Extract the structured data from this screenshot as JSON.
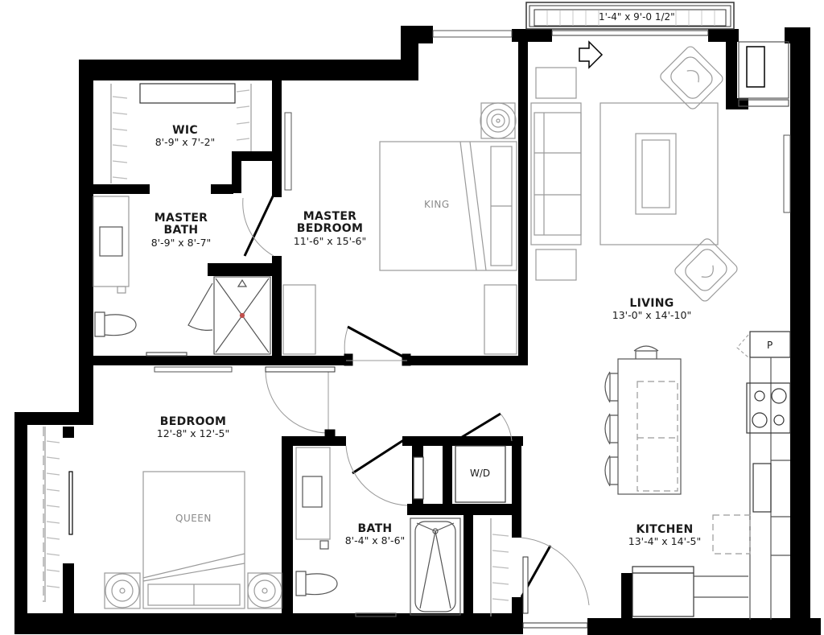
{
  "plan": {
    "title": "Two-bedroom floor plan",
    "colors": {
      "wall": "#000000",
      "furniture": "#9a9a9a",
      "text": "#1a1a1a",
      "bed_text": "#8a8a8a",
      "drain": "#c0504d"
    },
    "balcony": {
      "dims": "1'-4\" x 9'-0 1/2\""
    },
    "rooms": [
      {
        "id": "wic",
        "name": "WIC",
        "dims": "8'-9\" x 7'-2\""
      },
      {
        "id": "master_bath",
        "name": "MASTER\nBATH",
        "name_line1": "MASTER",
        "name_line2": "BATH",
        "dims": "8'-9\" x 8'-7\""
      },
      {
        "id": "master_bedroom",
        "name_line1": "MASTER",
        "name_line2": "BEDROOM",
        "dims": "11'-6\" x 15'-6\""
      },
      {
        "id": "living",
        "name": "LIVING",
        "dims": "13'-0\" x 14'-10\""
      },
      {
        "id": "bedroom",
        "name": "BEDROOM",
        "dims": "12'-8\" x 12'-5\""
      },
      {
        "id": "bath",
        "name": "BATH",
        "dims": "8'-4\" x 8'-6\""
      },
      {
        "id": "kitchen",
        "name": "KITCHEN",
        "dims": "13'-4\" x 14'-5\""
      }
    ],
    "fixtures": {
      "king_bed": "KING",
      "queen_bed": "QUEEN",
      "washer_dryer": "W/D",
      "pantry": "P"
    },
    "icons": [
      "entry-arrow-icon",
      "armchair-icon",
      "sofa-icon",
      "bar-stool-icon",
      "range-cooktop-icon",
      "sink-icon",
      "toilet-icon",
      "shower-icon",
      "bathtub-icon",
      "nightstand-lamp-icon",
      "door-swing-icon"
    ]
  }
}
